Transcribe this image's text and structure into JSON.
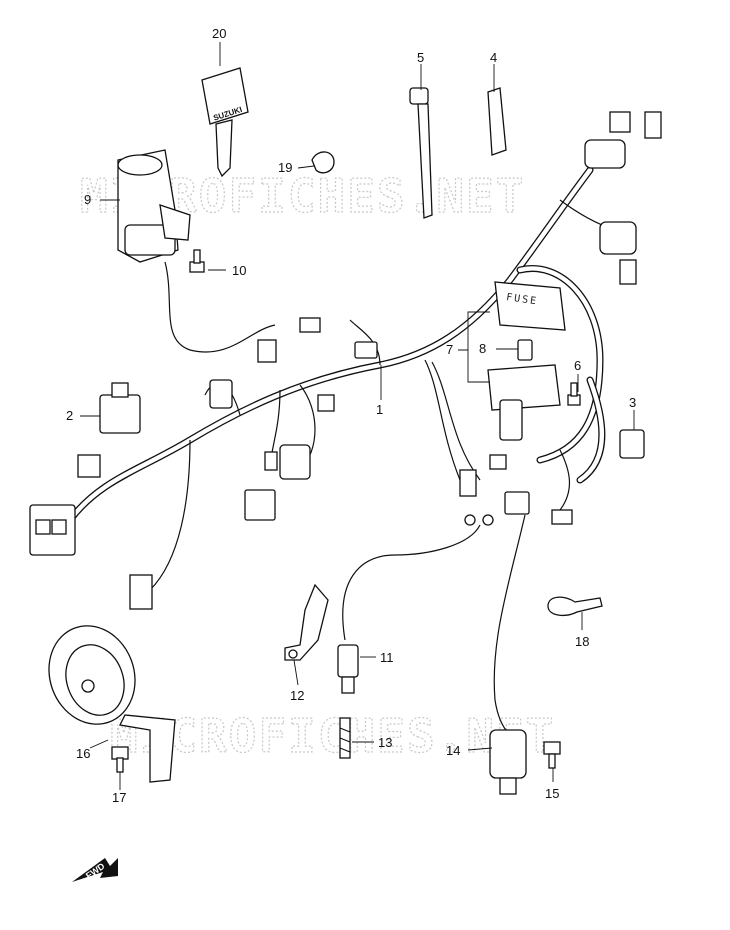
{
  "watermark": "MICROFICHES.NET",
  "fuse_label": "FUSE",
  "key_label": "SUZUKI",
  "fwd_label": "FWD",
  "callouts": {
    "c1": "1",
    "c2": "2",
    "c3": "3",
    "c4": "4",
    "c5": "5",
    "c6": "6",
    "c7": "7",
    "c8": "8",
    "c9": "9",
    "c10": "10",
    "c11": "11",
    "c12": "12",
    "c13": "13",
    "c14": "14",
    "c15": "15",
    "c16": "16",
    "c17": "17",
    "c18": "18",
    "c19": "19",
    "c20": "20"
  }
}
